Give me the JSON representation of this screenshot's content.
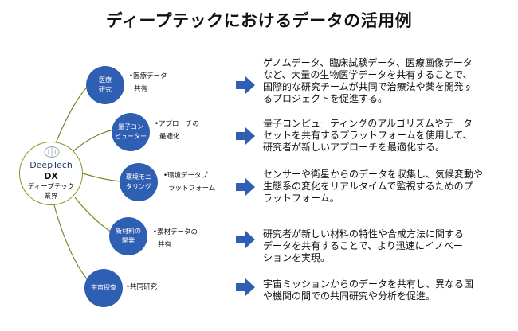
{
  "title": "ディープテックにおけるデータの活用例",
  "hub": {
    "line1": "DeepTech",
    "line2": "DX",
    "line3": "ディープテック",
    "line4": "業界",
    "icon": "brain-icon",
    "border_color": "#7a9a2a"
  },
  "node_color": "#2f5fb3",
  "items": [
    {
      "node": [
        "医療",
        "研究"
      ],
      "bullet": "•医療データ",
      "bullet2": "共有",
      "desc": [
        "ゲノムデータ、臨床試験データ、医療画像データ",
        "など、大量の生物医学データを共有することで、",
        "国際的な研究チームが共同で治療法や薬を開発す",
        "るプロジェクトを促進する。"
      ]
    },
    {
      "node": [
        "量子コン",
        "ピューター"
      ],
      "bullet": "•アプローチの",
      "bullet2": "最適化",
      "desc": [
        "量子コンピューティングのアルゴリズムやデータ",
        "セットを共有するプラットフォームを使用して、",
        "研究者が新しいアプローチを最適化する。"
      ]
    },
    {
      "node": [
        "環境モニ",
        "タリング"
      ],
      "bullet": "•環境データプ",
      "bullet2": "ラットフォーム",
      "desc": [
        "センサーや衛星からのデータを収集し、気候変動や",
        "生態系の変化をリアルタイムで監視するためのプ",
        "ラットフォーム。"
      ]
    },
    {
      "node": [
        "新材料の",
        "開発"
      ],
      "bullet": "•素材データの",
      "bullet2": "共有",
      "desc": [
        "研究者が新しい材料の特性や合成方法に関する",
        "データを共有することで、より迅速にイノベー",
        "ションを実現。"
      ]
    },
    {
      "node": [
        "宇宙探査"
      ],
      "bullet": "•共同研究",
      "bullet2": "",
      "desc": [
        "宇宙ミッションからのデータを共有し、異なる国",
        "や機関の間での共同研究や分析を促進。"
      ]
    }
  ]
}
